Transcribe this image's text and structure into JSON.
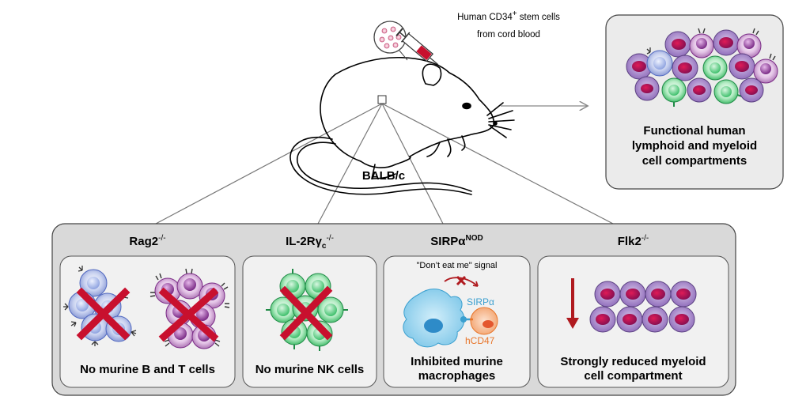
{
  "injection": {
    "line1_prefix": "Human CD34",
    "line1_sup": "+",
    "line1_suffix": " stem cells",
    "line2": "from cord blood"
  },
  "mouse_strain": "BALB/c",
  "result_box": {
    "line1": "Functional human",
    "line2": "lymphoid and myeloid",
    "line3": "cell compartments"
  },
  "panels": [
    {
      "gene": "Rag2",
      "sup": "-/-",
      "caption": "No murine B and T cells"
    },
    {
      "gene": "IL-2Rγ",
      "sub": "c",
      "sup": "-/-",
      "caption": "No murine NK cells"
    },
    {
      "gene": "SIRPα",
      "sup": "NOD",
      "signal": "\"Don’t eat me\" signal",
      "receptor": "SIRPα",
      "ligand": "hCD47",
      "caption_line1": "Inhibited murine",
      "caption_line2": "macrophages"
    },
    {
      "gene": "Flk2",
      "sup": "-/-",
      "caption_line1": "Strongly reduced myeloid",
      "caption_line2": "cell compartment"
    }
  ],
  "colors": {
    "b_cell": "#b9c4ea",
    "t_cell": "#cfa2cf",
    "nk_cell": "#7bd79a",
    "myeloid": "#a783c6",
    "macrophage": "#9ad3ee",
    "hcd47": "#f6b38a",
    "cross": "#c8102e",
    "arrow": "#b01a1f"
  }
}
